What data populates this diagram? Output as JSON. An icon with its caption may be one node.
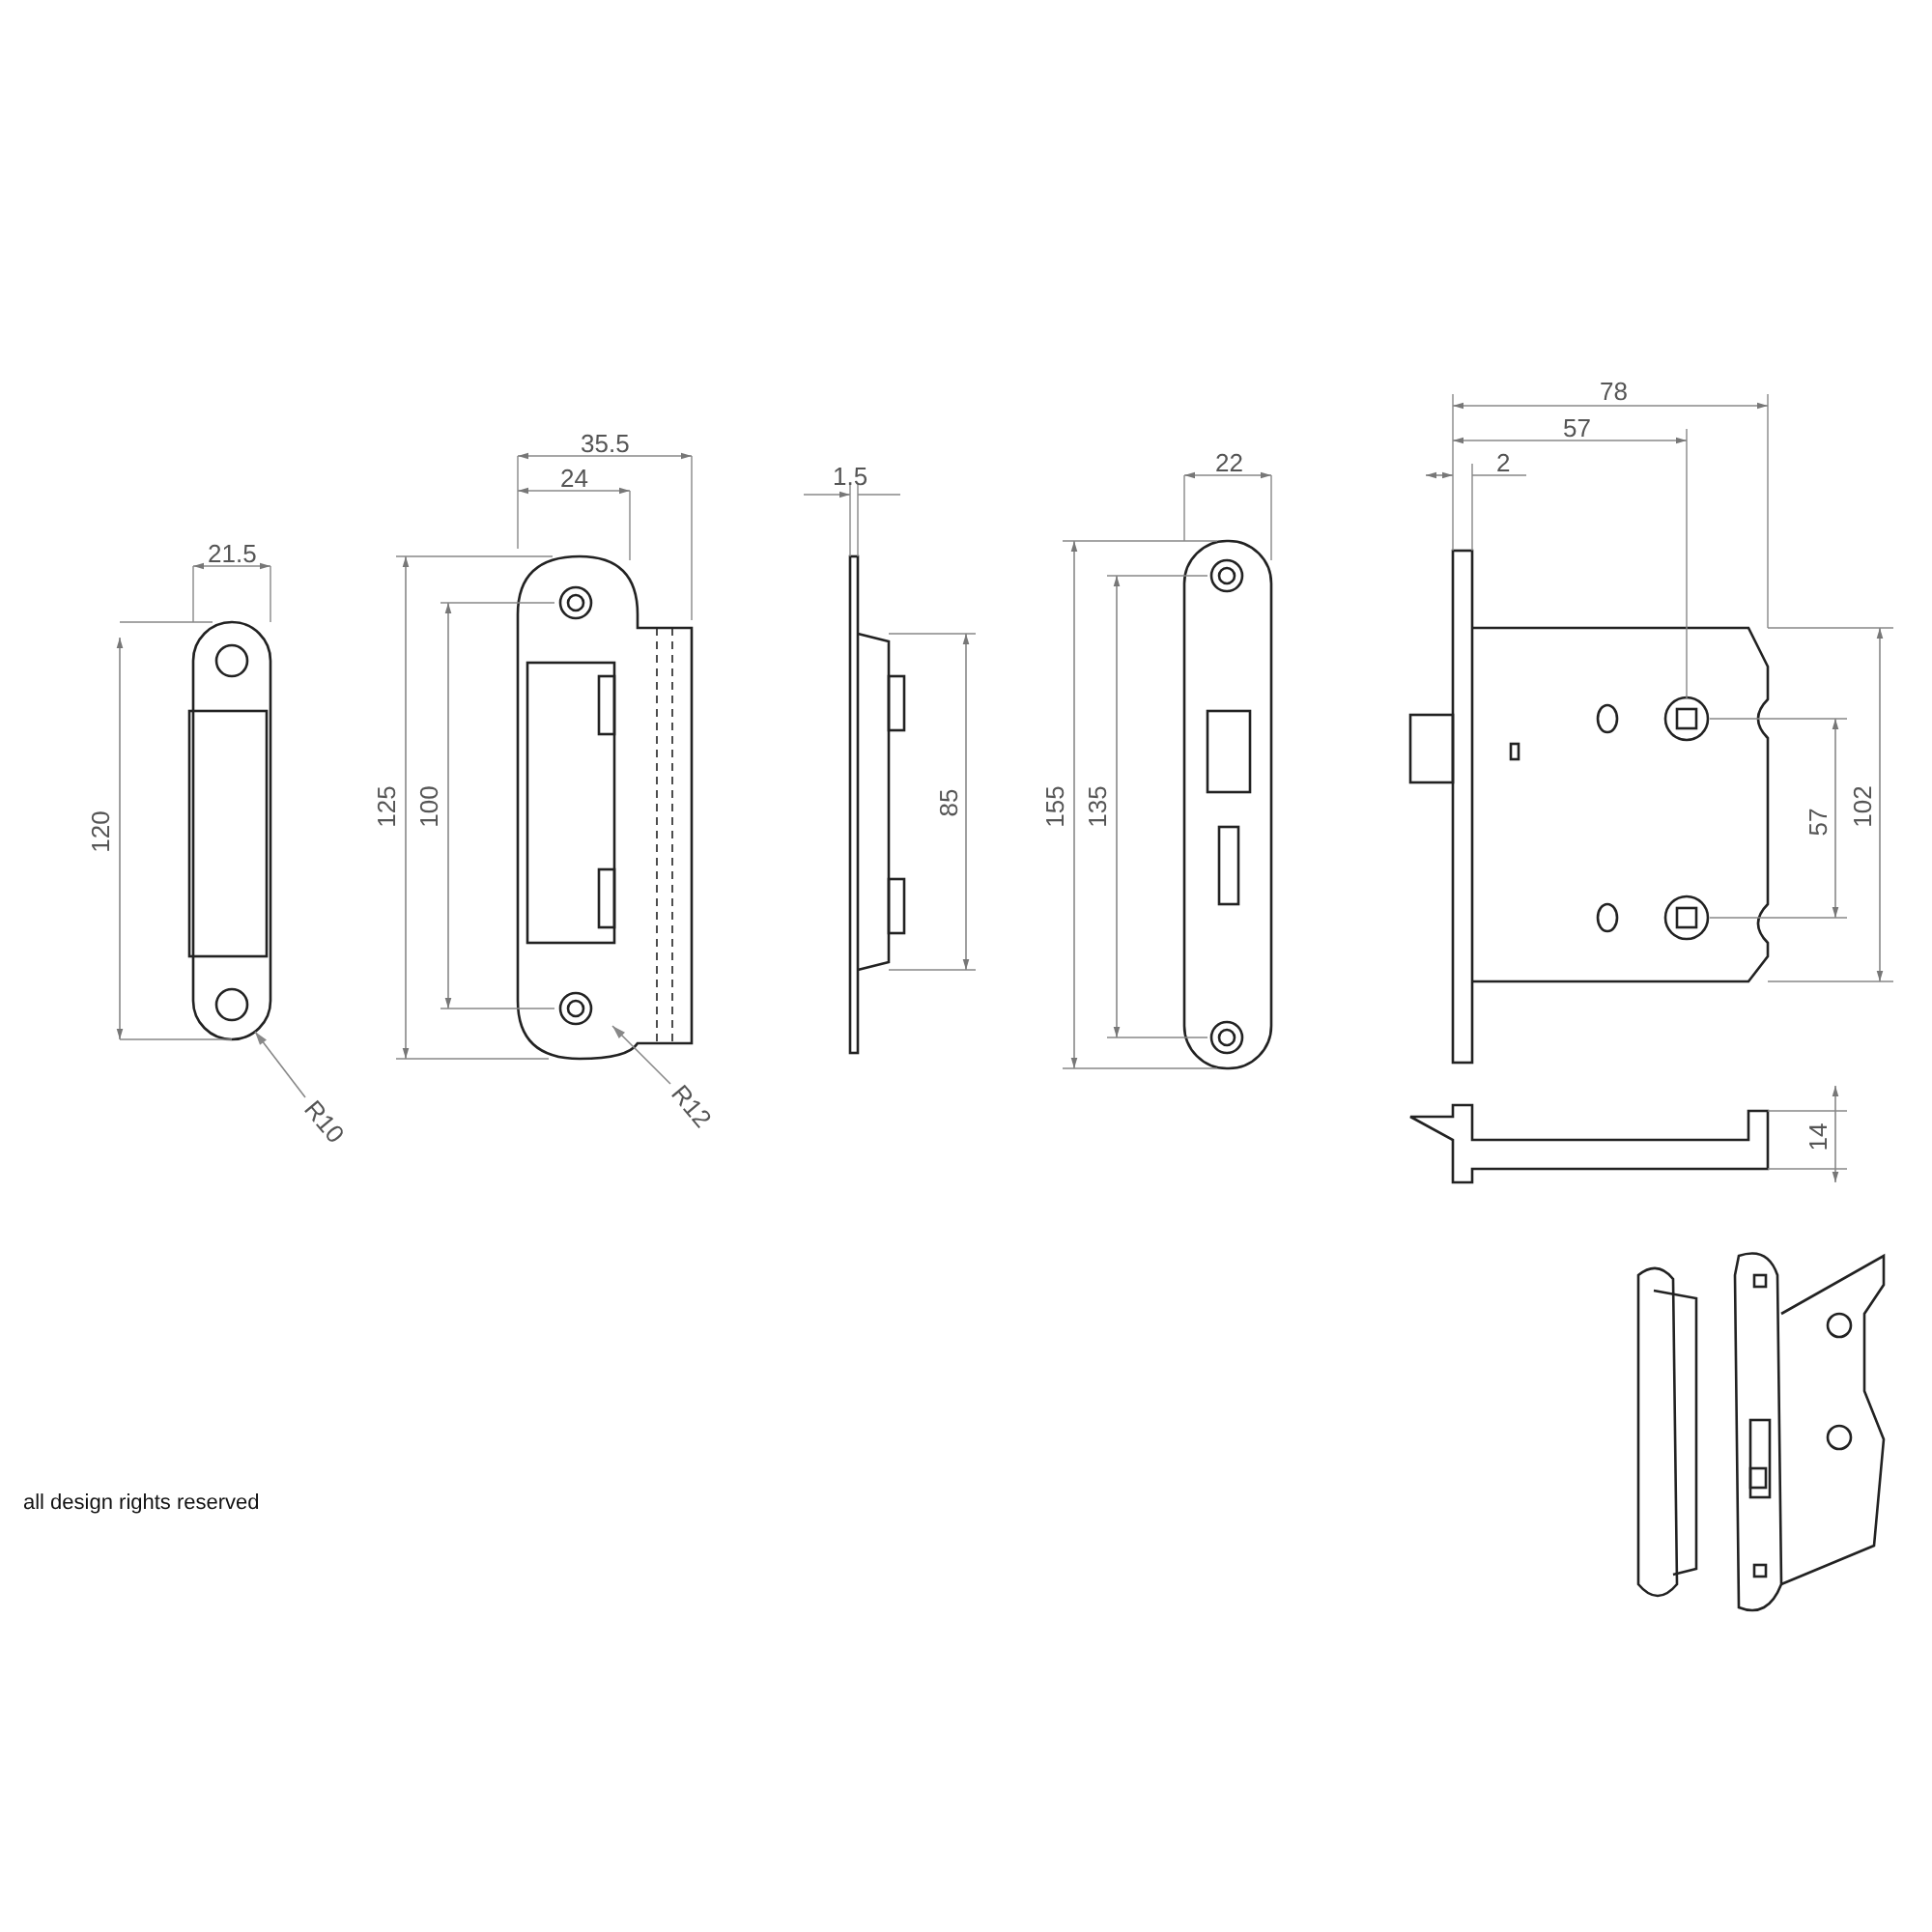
{
  "diagram": {
    "nodes": [
      {
        "text": [
          "R10"
        ]
      },
      {
        "text": [
          "R12"
        ]
      },
      {
        "text": [],
        "shape": "picture"
      },
      {
        "text": [],
        "shape": "picture"
      }
    ],
    "edges": [
      {
        "from": 0,
        "to": 2,
        "arrow": "to"
      },
      {
        "from": 1,
        "to": 3,
        "arrow": "to"
      }
    ],
    "labels": [
      "21.5",
      "120",
      "35.5",
      "24",
      "125",
      "100",
      "1.5",
      "85",
      "22",
      "155",
      "135",
      "78",
      "57",
      "2",
      "57",
      "102",
      "14",
      "all design rights reserved"
    ]
  }
}
